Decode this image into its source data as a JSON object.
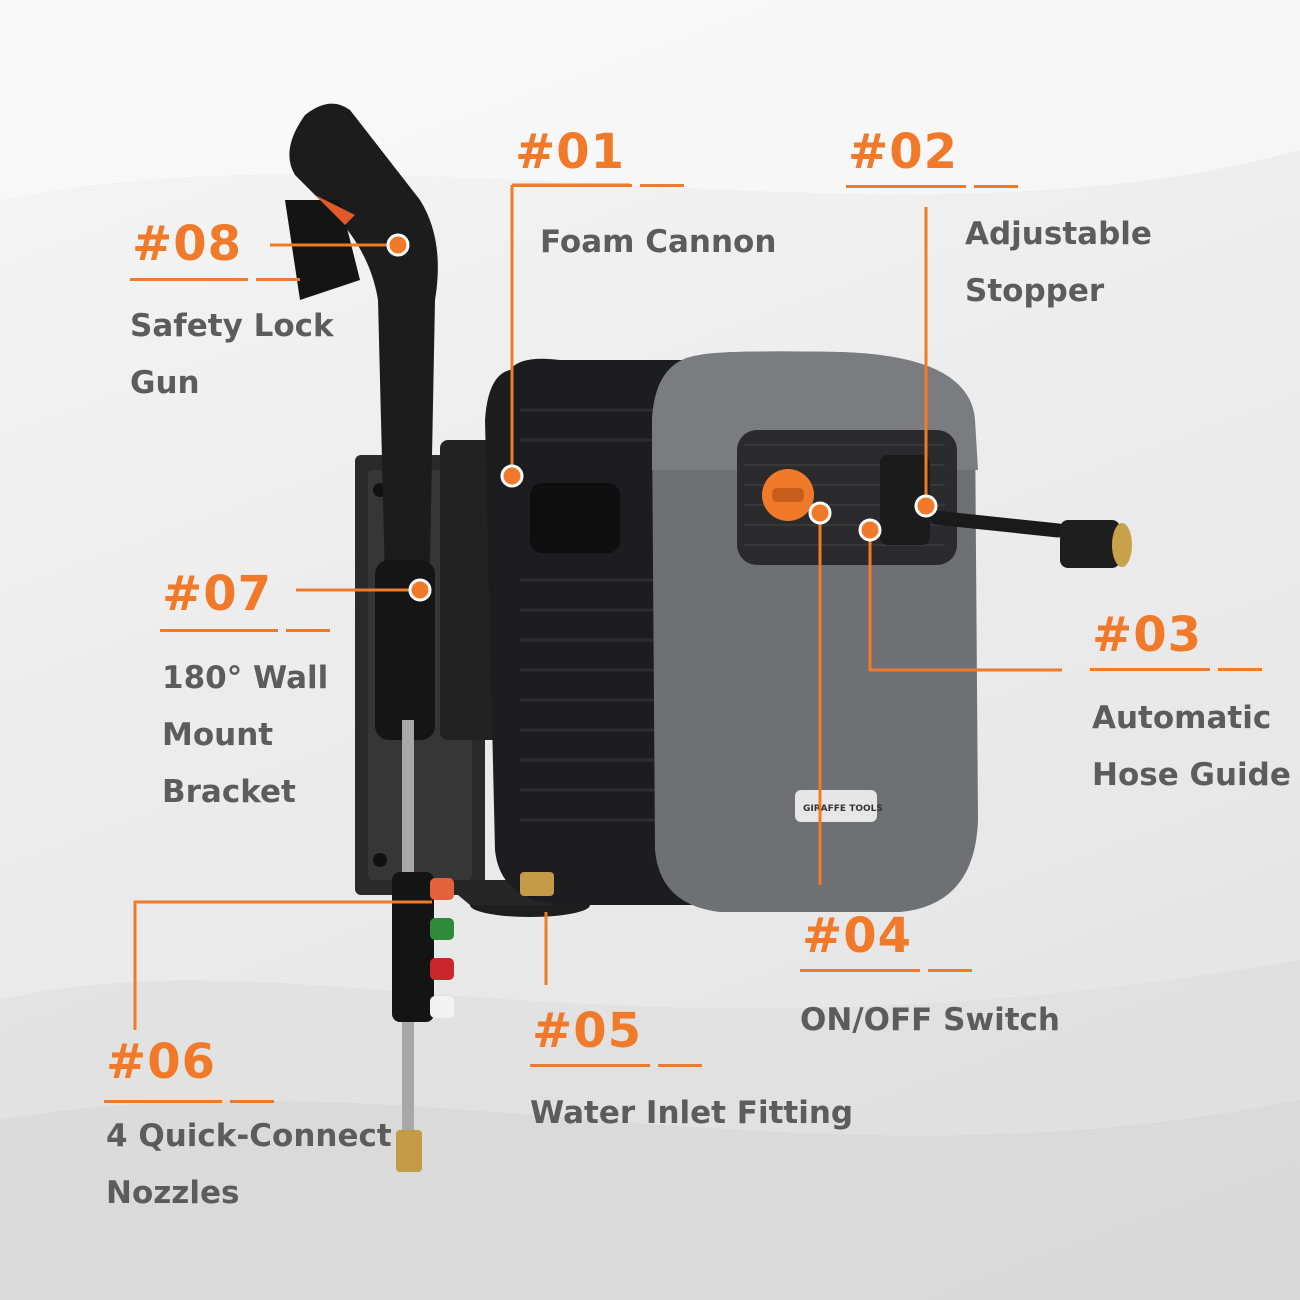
{
  "brand": "GIRAFFE TOOLS",
  "accent_color": "#f07a2a",
  "text_color": "#5c5c5c",
  "callouts": [
    {
      "id": "01",
      "number": "#01",
      "lines": [
        "Foam Cannon"
      ]
    },
    {
      "id": "02",
      "number": "#02",
      "lines": [
        "Adjustable Stopper"
      ]
    },
    {
      "id": "03",
      "number": "#03",
      "lines": [
        "Automatic",
        "Hose Guide"
      ]
    },
    {
      "id": "04",
      "number": "#04",
      "lines": [
        "ON/OFF Switch"
      ]
    },
    {
      "id": "05",
      "number": "#05",
      "lines": [
        "Water Inlet Fitting"
      ]
    },
    {
      "id": "06",
      "number": "#06",
      "lines": [
        "4 Quick-Connect",
        "Nozzles"
      ]
    },
    {
      "id": "07",
      "number": "#07",
      "lines": [
        "180° Wall",
        "Mount",
        "Bracket"
      ]
    },
    {
      "id": "08",
      "number": "#08",
      "lines": [
        "Safety Lock",
        "Gun"
      ]
    }
  ],
  "nozzle_colors": [
    "#e2633a",
    "#2e8b3a",
    "#c8282c",
    "#f2f2f2"
  ]
}
